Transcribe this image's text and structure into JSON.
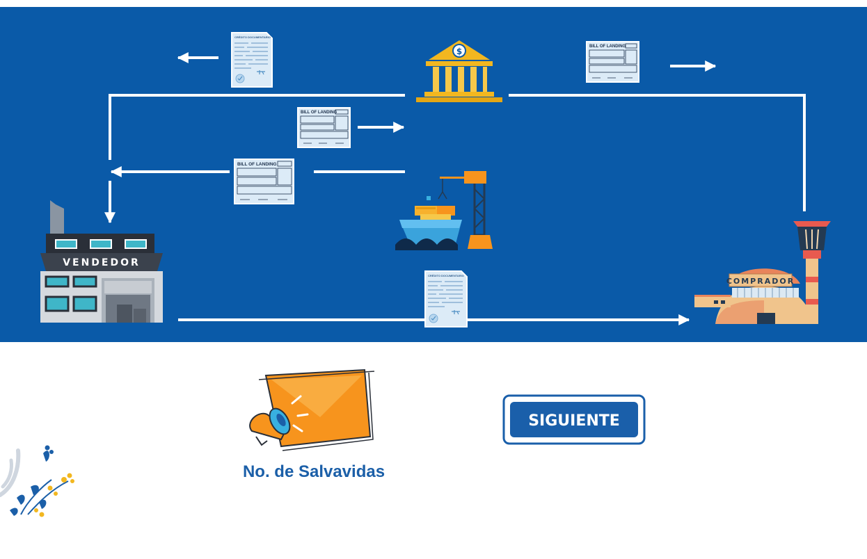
{
  "colors": {
    "panel_bg": "#0a5aa8",
    "arrow": "#ffffff",
    "bank_gold": "#f2b720",
    "doc_paper": "#dcebf7",
    "orange": "#f7941d",
    "caption_blue": "#1b5fa8",
    "button_blue": "#1a5faa"
  },
  "nodes": {
    "seller": {
      "label": "VENDEDOR",
      "icon": "warehouse-icon"
    },
    "buyer": {
      "label": "COMPRADOR",
      "icon": "airport-icon"
    },
    "bank": {
      "icon": "bank-icon",
      "symbol": "$"
    },
    "port": {
      "icon": "ship-crane-icon"
    }
  },
  "documents": {
    "bill_title": "BILL OF LANDING",
    "credit_title": "CRÉDITO DOCUMENTARIO"
  },
  "lifelines": {
    "label": "No. de Salvavidas",
    "icon": "megaphone-icon"
  },
  "button": {
    "label": "SIGUIENTE"
  }
}
